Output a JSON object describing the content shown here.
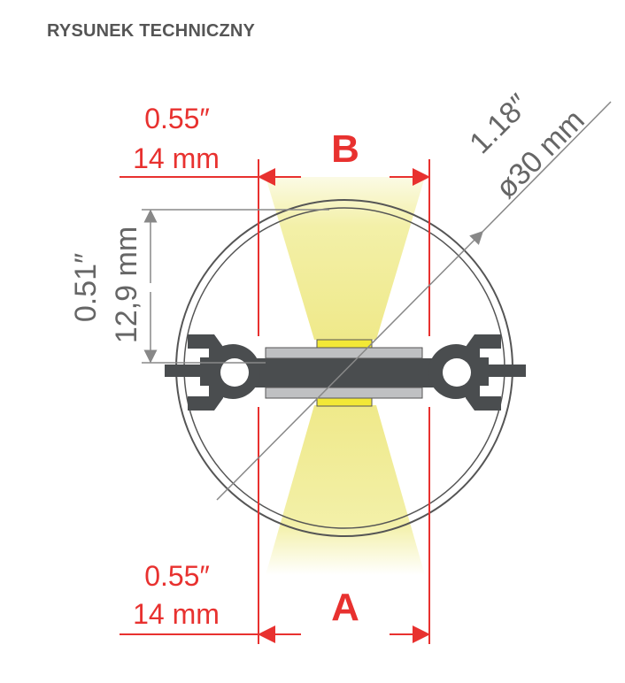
{
  "title": "RYSUNEK TECHNICZNY",
  "dimensions": {
    "top_width_in": "0.55″",
    "top_width_mm": "14 mm",
    "top_label": "B",
    "bottom_width_in": "0.55″",
    "bottom_width_mm": "14 mm",
    "bottom_label": "A",
    "height_in": "0.51″",
    "height_mm": "12,9 mm",
    "diameter_in": "1.18″",
    "diameter_mm": "ø30 mm"
  },
  "colors": {
    "red": "#e8312f",
    "profile": "#4a4d4f",
    "led": "#f2e836",
    "beam": "#f3f0a8",
    "plate": "#bfc0c2"
  }
}
